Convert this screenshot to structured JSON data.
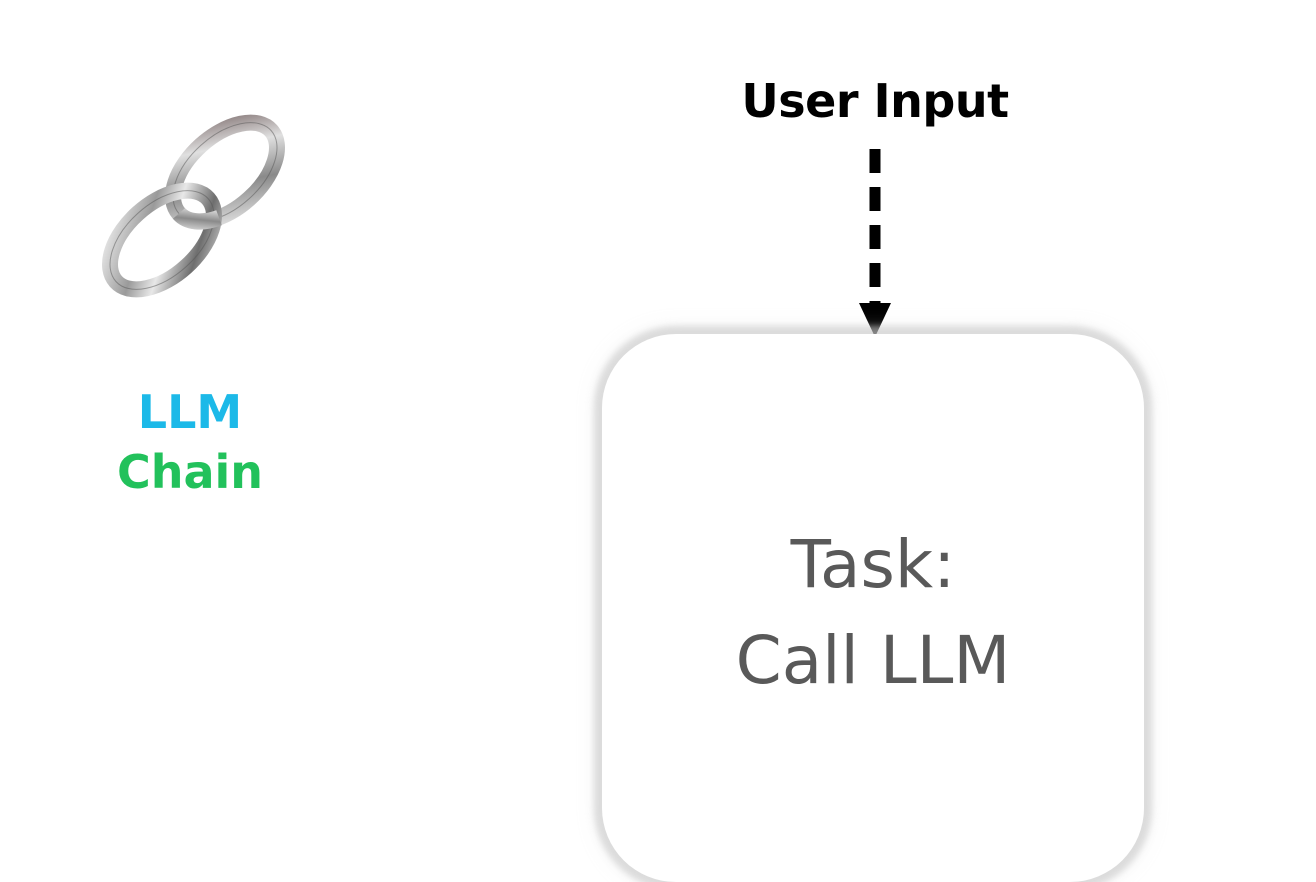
{
  "legend": {
    "line1": "LLM",
    "line2": "Chain",
    "line1_color": "#1cb9e8",
    "line2_color": "#22c15b",
    "icon": "chain-link-icon"
  },
  "flow": {
    "input_label": "User Input",
    "arrow_style": "dashed",
    "task_title": "Task:",
    "task_action": "Call LLM"
  }
}
